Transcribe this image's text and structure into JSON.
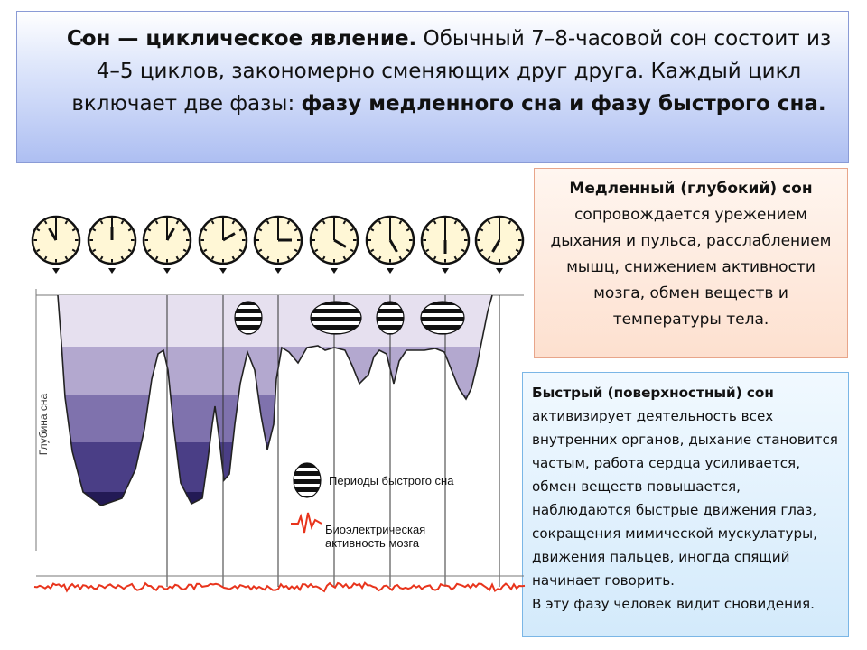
{
  "header": {
    "bullet": "·",
    "bold_lead": "Сон — циклическое явление.",
    "text_1": " Обычный 7–8-часовой сон состоит из 4–5 циклов, закономерно сменяющих друг друга. Каждый цикл включает две фазы: ",
    "bold_tail": "фазу медленного сна и фазу быстрого сна."
  },
  "slow_sleep": {
    "title": "Медленный (глубокий) сон",
    "text": "сопровождается урежением дыхания и пульса, расслаблением мышц, снижением активности мозга, обмен веществ и температуры тела."
  },
  "fast_sleep": {
    "title": "Быстрый (поверхностный) сон",
    "text": "активизирует деятельность всех внутренних органов, дыхание становится частым, работа сердца усиливается, обмен веществ повышается, наблюдаются быстрые движения глаз, сокращения мимической мускулатуры, движения пальцев, иногда спящий начинает говорить.",
    "note": "В эту фазу человек видит сновидения."
  },
  "diagram": {
    "y_axis_label": "Глубина сна",
    "legend_rem": "Периоды быстрого сна",
    "legend_eeg_line1": "Биоэлектрическая",
    "legend_eeg_line2": "активность мозга",
    "clock_hours": [
      11,
      12,
      1,
      2,
      3,
      4,
      5,
      6,
      7
    ],
    "colors": {
      "band1": "#e6e0ef",
      "band2": "#b3a8cf",
      "band3": "#7f72ad",
      "band4": "#4a3e86",
      "band5": "#231a55",
      "eeg": "#e8341c",
      "clock_face": "#fff7d6"
    }
  }
}
